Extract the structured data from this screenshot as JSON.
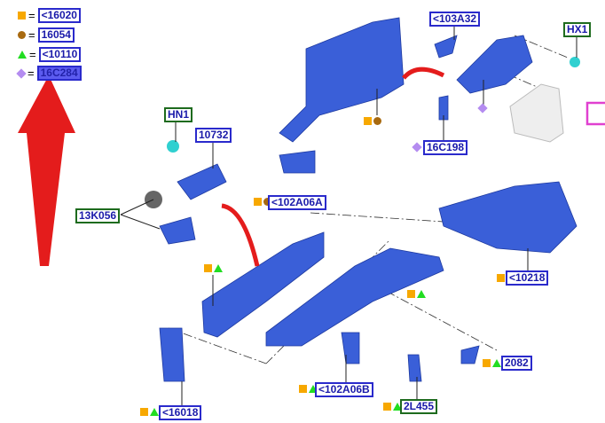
{
  "legend": [
    {
      "symbol": "square",
      "color": "#f7a800",
      "eq": "=",
      "code": "<16020"
    },
    {
      "symbol": "circle",
      "color": "#a86a10",
      "eq": "=",
      "code": "16054"
    },
    {
      "symbol": "triangle",
      "color": "#22dd22",
      "eq": "=",
      "code": "<10110"
    },
    {
      "symbol": "diamond",
      "color": "#b48cf0",
      "eq": "=",
      "code": "16C284"
    }
  ],
  "parts": {
    "hn1": "HN1",
    "p10732": "10732",
    "p13k056": "13K056",
    "p102a06a": "<102A06A",
    "p103a32": "<103A32",
    "hx1": "HX1",
    "p16c198": "16C198",
    "p10218": "<10218",
    "p2082": "2082",
    "p102a06b": "<102A06B",
    "p2l455": "2L455",
    "p16018": "<16018"
  }
}
